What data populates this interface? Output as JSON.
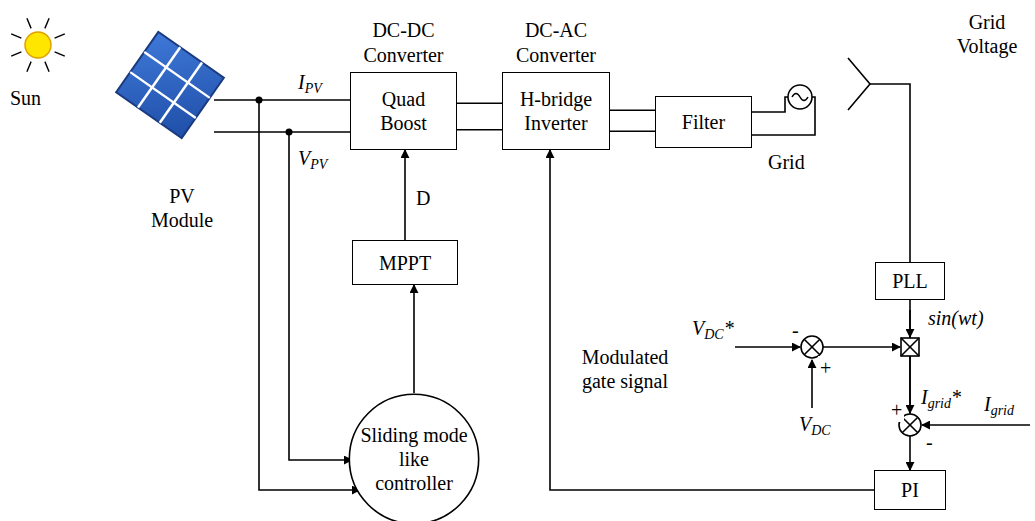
{
  "diagram": {
    "nodes": [
      {
        "text": [
          "DC-DC Converter",
          "Quad Boost"
        ]
      },
      {
        "text": [
          "DC-AC Converter",
          "H-bridge Inverter"
        ]
      },
      {
        "text": [
          "Filter"
        ]
      },
      {
        "text": [
          "MPPT"
        ]
      },
      {
        "text": [
          "Sliding mode like controller"
        ]
      },
      {
        "text": [
          "PLL"
        ]
      },
      {
        "text": [
          "PI"
        ]
      }
    ],
    "edges": [
      {
        "from": 0,
        "to": 1,
        "arrow": "none"
      },
      {
        "from": 1,
        "to": 2,
        "arrow": "none"
      },
      {
        "from": 3,
        "to": 0,
        "arrow": "to",
        "label": "D"
      },
      {
        "from": 4,
        "to": 3,
        "arrow": "to"
      },
      {
        "from": 6,
        "to": 1,
        "arrow": "to",
        "label": "Modulated gate signal"
      },
      {
        "from": 5,
        "to": 6,
        "arrow": "to"
      }
    ],
    "labels": [
      "Sun",
      "PV Module",
      "IPV",
      "VPV",
      "Grid",
      "Grid Voltage",
      "sin(wt)",
      "VDC*",
      "VDC",
      "Igrid*",
      "Igrid",
      "-",
      "+",
      "+",
      "-"
    ]
  }
}
